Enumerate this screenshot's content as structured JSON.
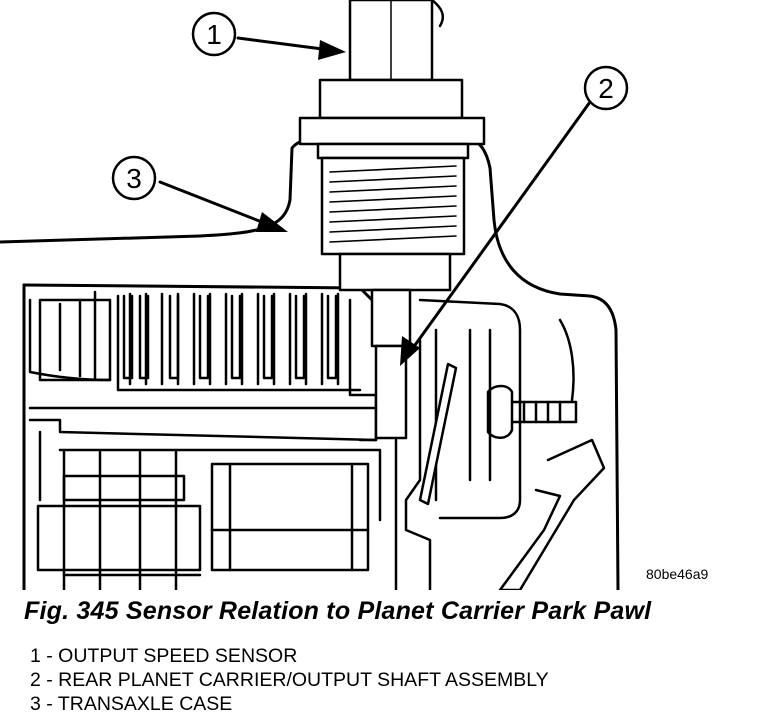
{
  "callouts": [
    {
      "number": "1"
    },
    {
      "number": "2"
    },
    {
      "number": "3"
    }
  ],
  "reference_code": "80be46a9",
  "figure_title": "Fig. 345 Sensor Relation to Planet Carrier Park Pawl",
  "legend": [
    {
      "text": "1 - OUTPUT SPEED SENSOR"
    },
    {
      "text": "2 - REAR PLANET CARRIER/OUTPUT SHAFT ASSEMBLY"
    },
    {
      "text": "3 - TRANSAXLE CASE"
    }
  ]
}
